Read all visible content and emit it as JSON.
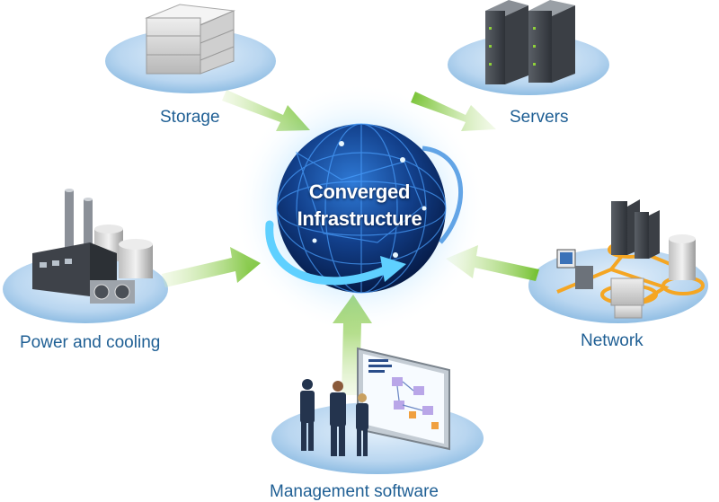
{
  "center": {
    "line1": "Converged",
    "line2": "Infrastructure"
  },
  "components": {
    "storage": "Storage",
    "servers": "Servers",
    "power_cooling": "Power and cooling",
    "network": "Network",
    "management": "Management software"
  },
  "colors": {
    "label_blue": "#1f5f94",
    "arrow_green": "#7ec43a",
    "globe_blue": "#123f8a",
    "platform_blue": "#bcd8f0",
    "network_cable_orange": "#f5a623"
  },
  "icons": [
    "storage-unit-icon",
    "server-rack-icon",
    "factory-icon",
    "network-icon",
    "presentation-board-icon",
    "globe-icon"
  ]
}
